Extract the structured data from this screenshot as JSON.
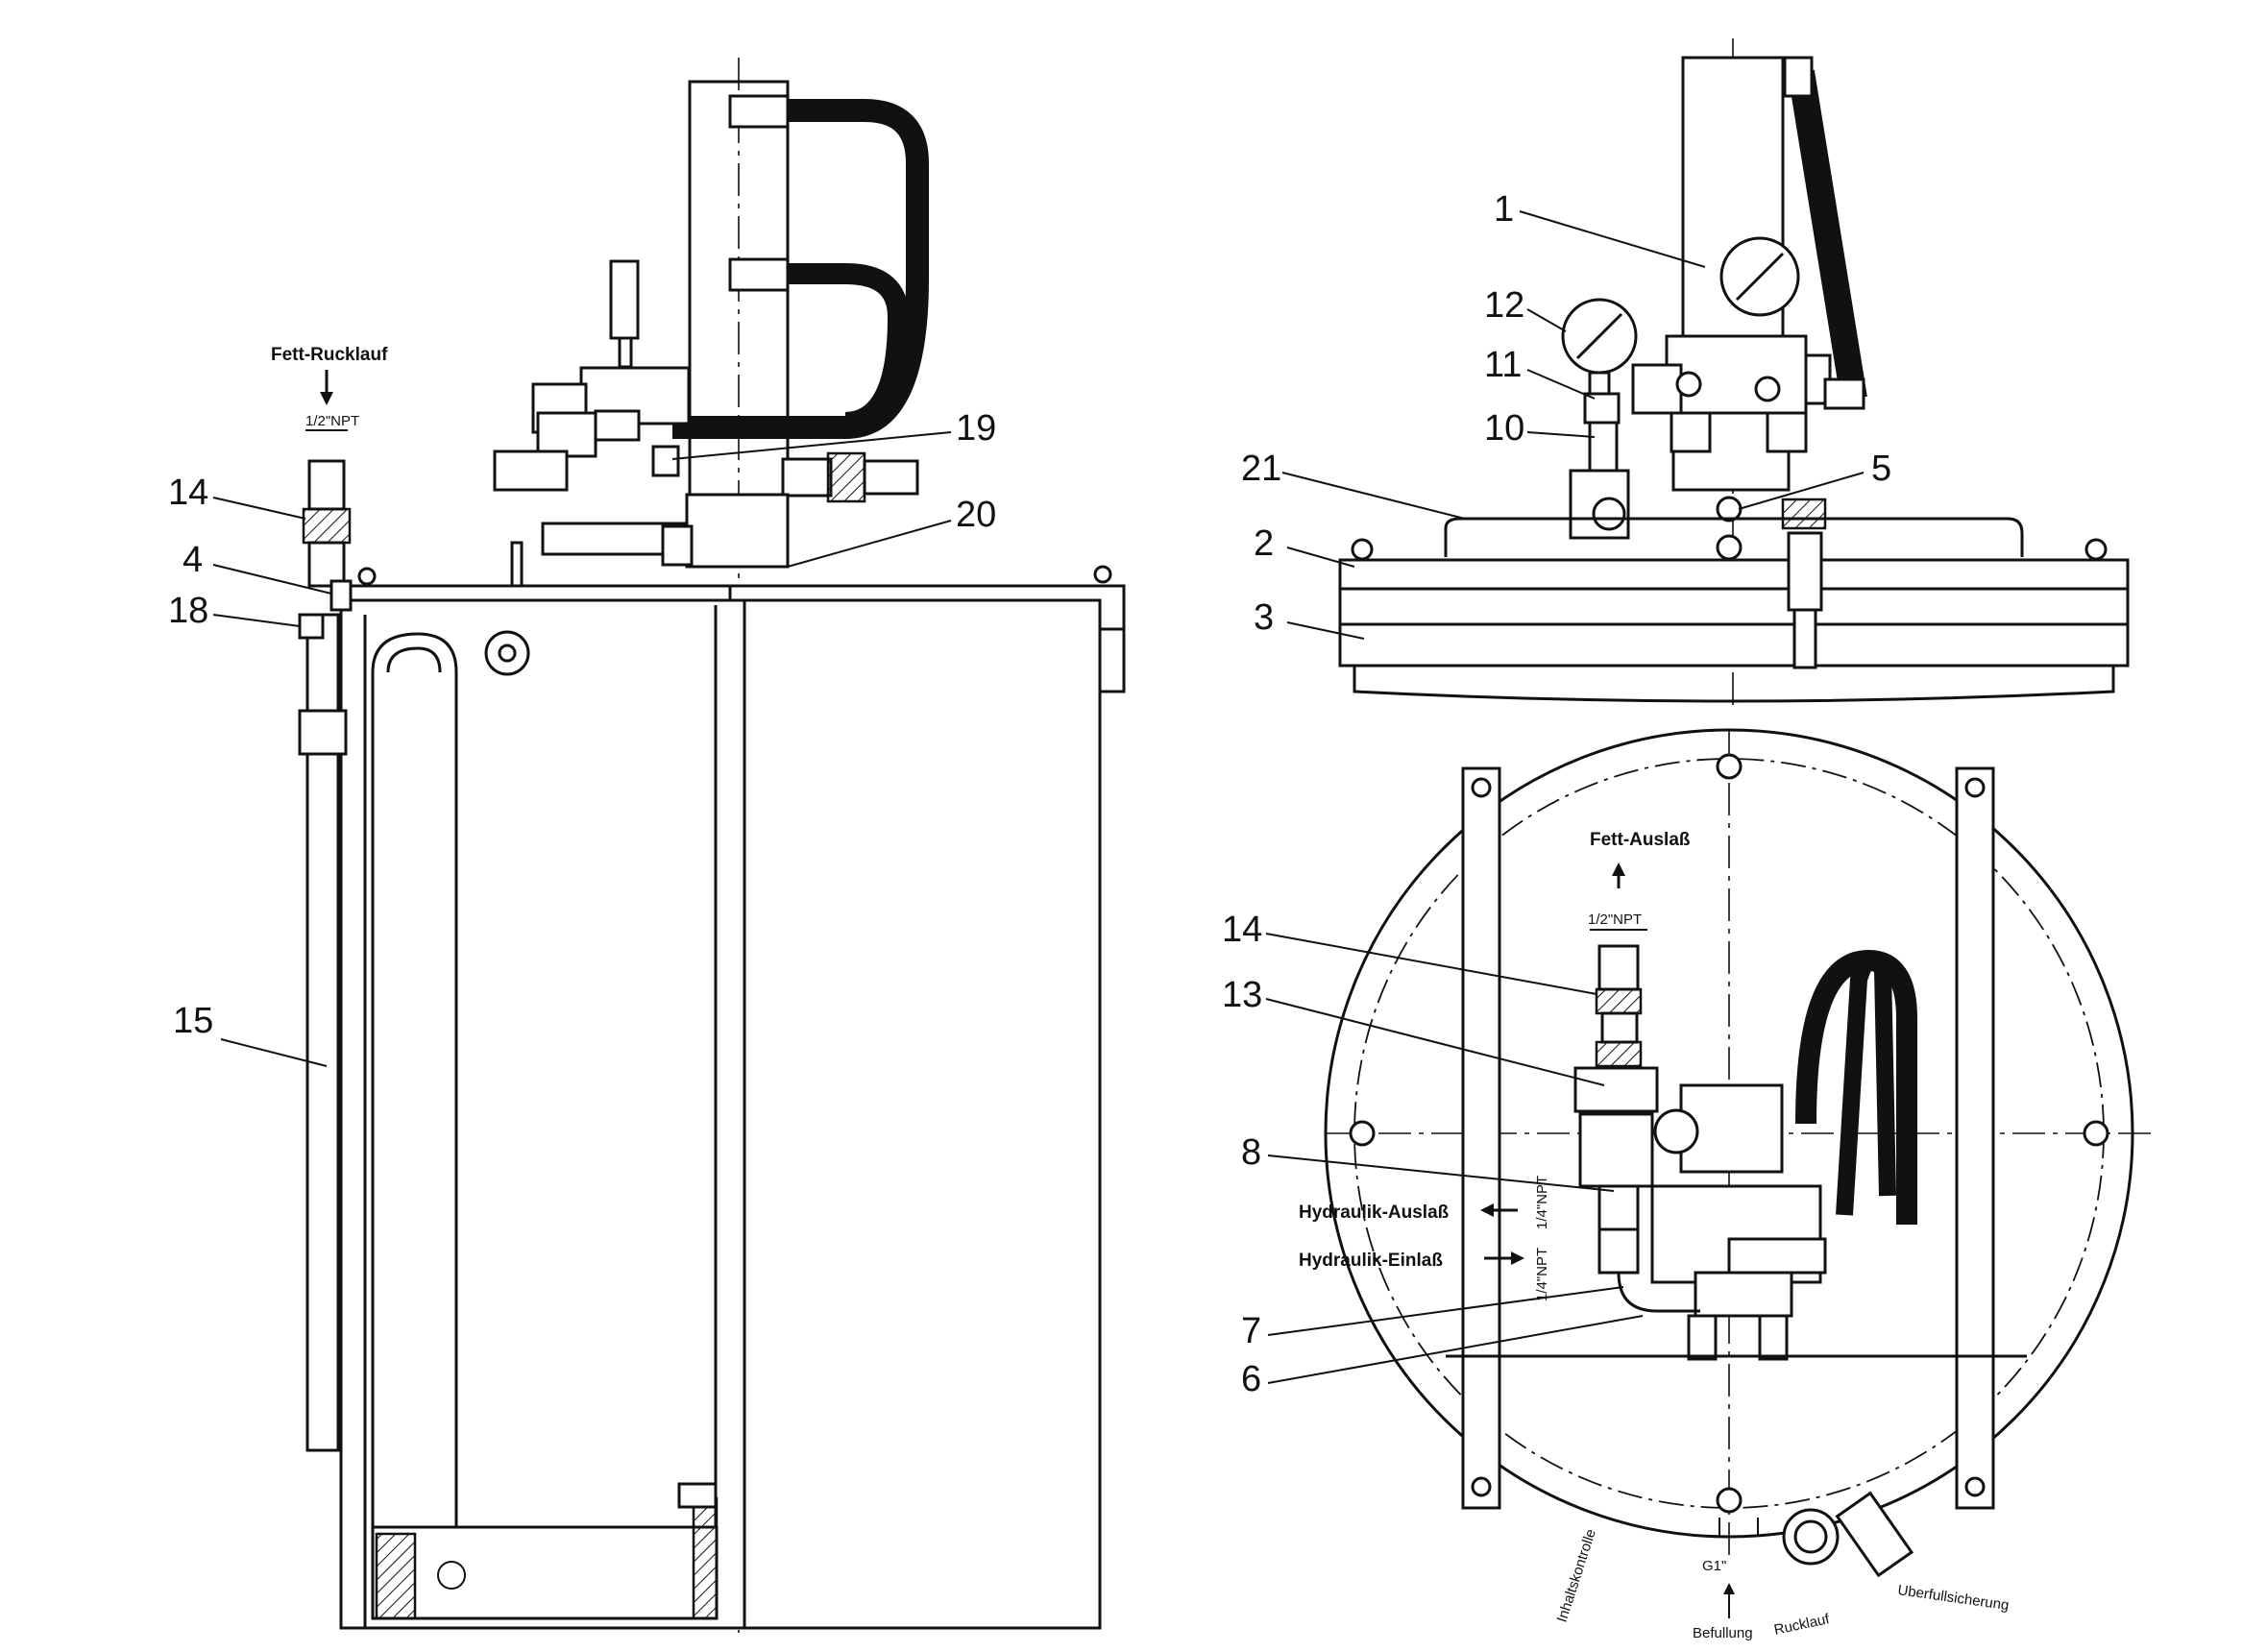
{
  "callouts": {
    "c1": "1",
    "c2": "2",
    "c3": "3",
    "c4": "4",
    "c5": "5",
    "c6": "6",
    "c7": "7",
    "c8": "8",
    "c10": "10",
    "c11": "11",
    "c12": "12",
    "c13": "13",
    "c14_left": "14",
    "c14_right": "14",
    "c15": "15",
    "c18": "18",
    "c19": "19",
    "c20": "20",
    "c21": "21"
  },
  "labels": {
    "fett_rucklauf": "Fett-Rucklauf",
    "npt_half_left": "1/2\"NPT",
    "fett_auslass": "Fett-Auslaß",
    "npt_half_right": "1/2\"NPT",
    "hydraulik_auslass": "Hydraulik-Auslaß",
    "hydraulik_einlass": "Hydraulik-Einlaß",
    "npt_quarter_top": "1/4\"NPT",
    "npt_quarter_bottom": "1/4\"NPT",
    "g1": "G1\"",
    "befullung": "Befullung",
    "rucklauf": "Rucklauf",
    "inhaltskontrolle": "Inhaltskontrolle",
    "uberfullsicherung": "Uberfullsicherung"
  }
}
